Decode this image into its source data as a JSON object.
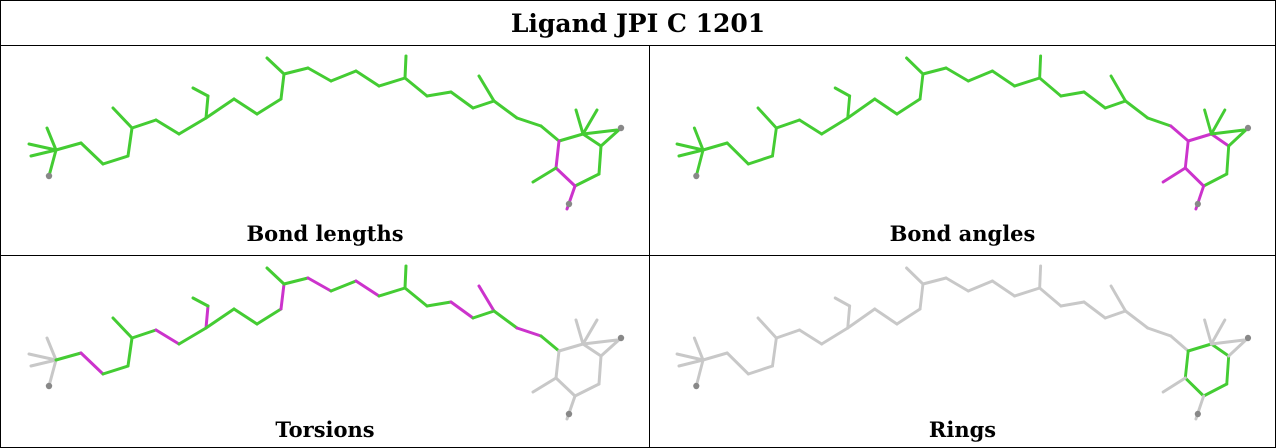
{
  "title": "Ligand JPI C 1201",
  "panels": [
    {
      "caption": "Bond lengths"
    },
    {
      "caption": "Bond angles"
    },
    {
      "caption": "Torsions"
    },
    {
      "caption": "Rings"
    }
  ],
  "colors": {
    "ok": "#44cc33",
    "outlier": "#cc33cc",
    "inactive": "#c8c8c8",
    "atom": "#888888",
    "grid_line": "#000000"
  }
}
